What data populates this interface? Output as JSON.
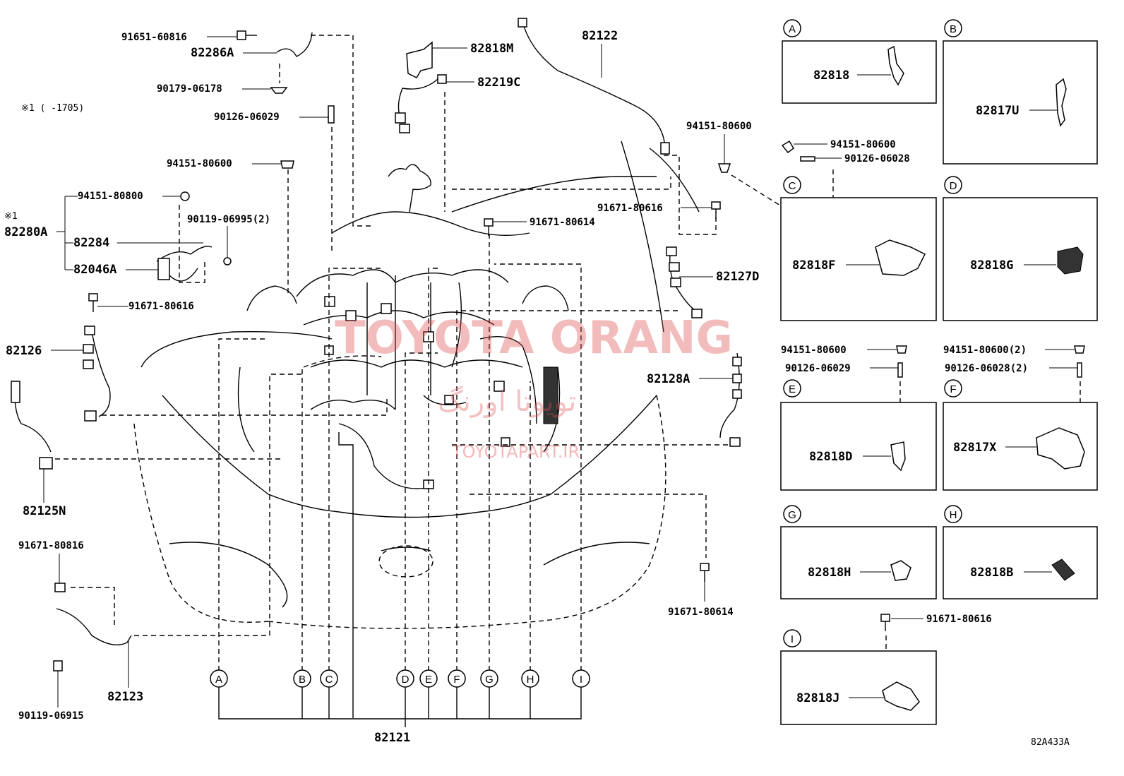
{
  "labels": {
    "p91651_60816": "91651-60816",
    "p82286A": "82286A",
    "p90179_06178": "90179-06178",
    "note1": "※1 (      -1705)",
    "p90126_06029_top": "90126-06029",
    "p94151_80600_left": "94151-80600",
    "p94151_80800": "94151-80800",
    "note_mark": "※1",
    "p90119_06995": "90119-06995(2)",
    "p82280A": "82280A",
    "p82284": "82284",
    "p82046A": "82046A",
    "p91671_80616_left": "91671-80616",
    "p82126": "82126",
    "p82125N": "82125N",
    "p91671_80816": "91671-80816",
    "p82123": "82123",
    "p90119_06915": "90119-06915",
    "p82818M": "82818M",
    "p82219C": "82219C",
    "p82122": "82122",
    "p91671_80614_top": "91671-80614",
    "p94151_80600_mid": "94151-80600",
    "p91671_80616_mid": "91671-80616",
    "p82127D": "82127D",
    "p82128A": "82128A",
    "p91671_80614_bottom": "91671-80614",
    "p82121": "82121",
    "diagram_code": "82A433A"
  },
  "callouts": [
    "A",
    "B",
    "C",
    "D",
    "E",
    "F",
    "G",
    "H",
    "I"
  ],
  "insets": {
    "A": {
      "letter": "A",
      "part": "82818"
    },
    "B": {
      "letter": "B",
      "part": "82817U"
    },
    "C": {
      "letter": "C",
      "part": "82818F",
      "fastener1": "94151-80600",
      "fastener2": "90126-06028"
    },
    "D": {
      "letter": "D",
      "part": "82818G"
    },
    "E": {
      "letter": "E",
      "part": "82818D",
      "fastener1": "94151-80600",
      "fastener2": "90126-06029"
    },
    "F": {
      "letter": "F",
      "part": "82817X",
      "fastener1": "94151-80600(2)",
      "fastener2": "90126-06028(2)"
    },
    "G": {
      "letter": "G",
      "part": "82818H"
    },
    "H": {
      "letter": "H",
      "part": "82818B"
    },
    "I": {
      "letter": "I",
      "part": "82818J",
      "fastener1": "91671-80616"
    }
  },
  "watermark": {
    "title": "TOYOTA ORANG",
    "persian": "تویوتا اورنگ",
    "site": "TOYOTAPART.IR"
  }
}
